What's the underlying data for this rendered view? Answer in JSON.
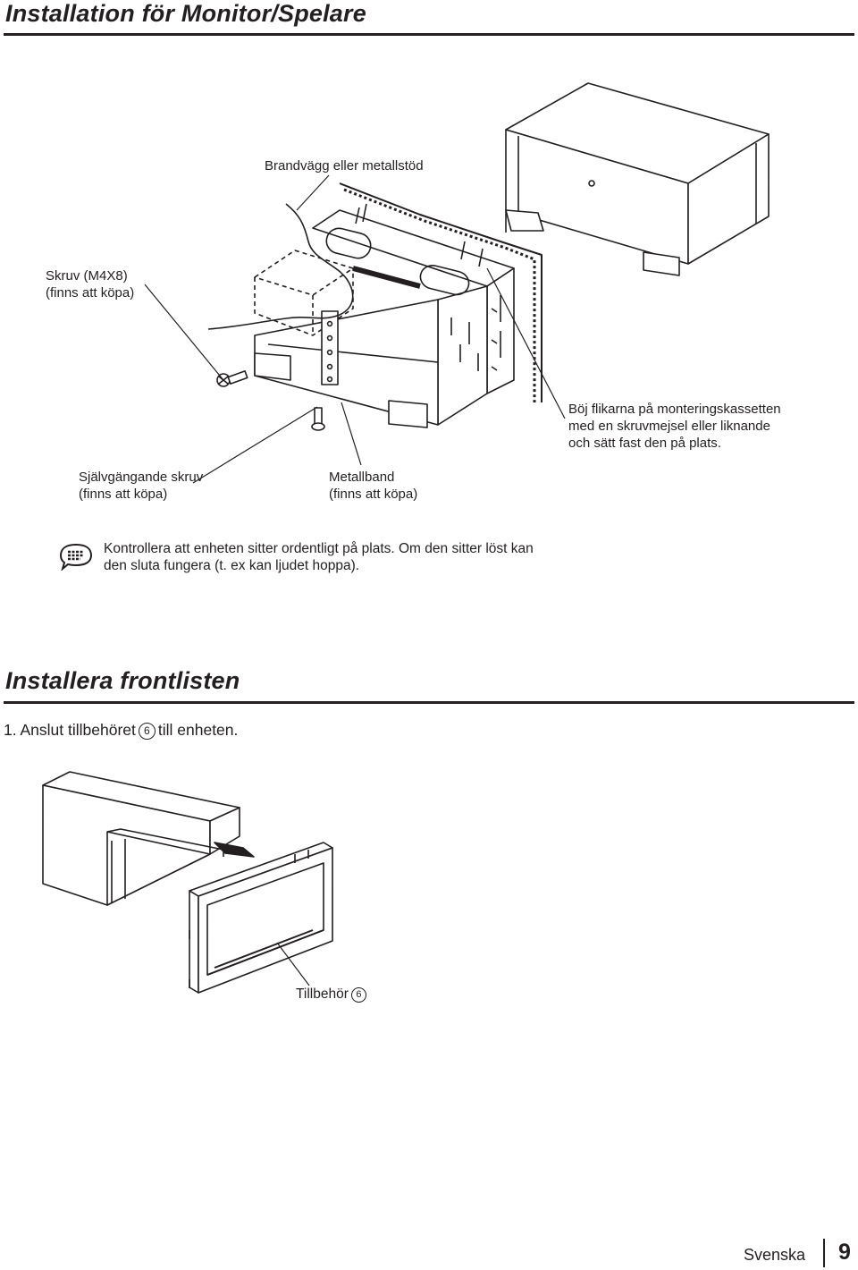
{
  "section1": {
    "title": "Installation för Monitor/Spelare",
    "labels": {
      "firewall": "Brandvägg eller metallstöd",
      "screw_m4x8_line1": "Skruv (M4X8)",
      "screw_m4x8_line2": "(finns att köpa)",
      "bend_tabs_line1": "Böj flikarna på monteringskassetten",
      "bend_tabs_line2": "med en skruvmejsel eller liknande",
      "bend_tabs_line3": "och sätt fast den på plats.",
      "tapping_screw_line1": "Självgängande skruv",
      "tapping_screw_line2": "(finns att köpa)",
      "metal_strap_line1": "Metallband",
      "metal_strap_line2": "(finns att köpa)"
    },
    "note_icon": "note-speech-bubble-icon",
    "note_line1": "Kontrollera att enheten sitter ordentligt på plats. Om den sitter löst kan",
    "note_line2": "den sluta fungera (t. ex kan ljudet hoppa)."
  },
  "section2": {
    "title": "Installera frontlisten",
    "step_prefix": "1. Anslut tillbehöret",
    "step_number": "6",
    "step_suffix": "till enheten.",
    "accessory_label": "Tillbehör",
    "accessory_number": "6"
  },
  "footer": {
    "language": "Svenska",
    "page": "9"
  }
}
